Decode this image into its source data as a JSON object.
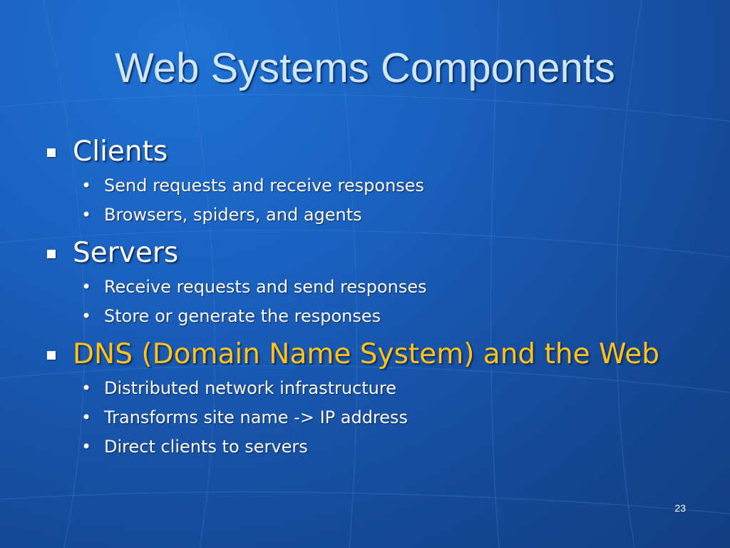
{
  "slide": {
    "title": "Web Systems Components",
    "page_number": "23",
    "colors": {
      "background": "#1a5fbd",
      "title": "#cfe6ff",
      "text": "#ffffff",
      "highlight": "#ffc21a"
    },
    "items": [
      {
        "label": "Clients",
        "highlight": false,
        "subitems": [
          "Send requests and receive responses",
          "Browsers, spiders, and agents"
        ]
      },
      {
        "label": "Servers",
        "highlight": false,
        "subitems": [
          "Receive requests and send responses",
          "Store or generate the responses"
        ]
      },
      {
        "label": "DNS (Domain Name System) and the Web",
        "highlight": true,
        "subitems": [
          "Distributed network infrastructure",
          "Transforms site name -> IP address",
          "Direct clients to servers"
        ]
      }
    ]
  }
}
